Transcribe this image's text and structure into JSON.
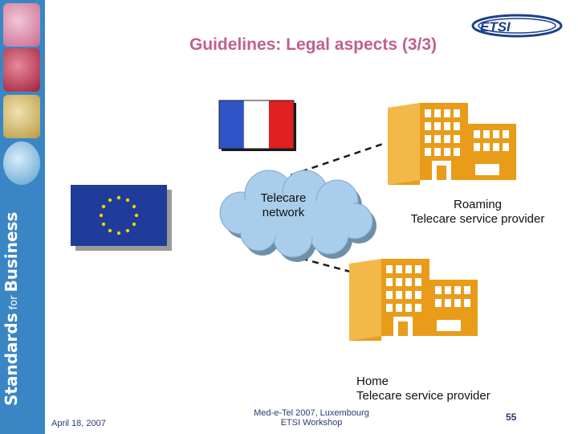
{
  "title": "Guidelines: Legal aspects (3/3)",
  "sidebar": {
    "text_main": "Standards",
    "text_small": "for",
    "text_end": "Business"
  },
  "logo": {
    "text": "ETSI"
  },
  "diagram": {
    "cloud_label_line1": "Telecare",
    "cloud_label_line2": "network",
    "roaming_line1": "Roaming",
    "roaming_line2": "Telecare service provider",
    "home_line1": "Home",
    "home_line2": "Telecare service provider"
  },
  "footer": {
    "date": "April 18, 2007",
    "event_line1": "Med-e-Tel 2007, Luxembourg",
    "event_line2": "ETSI Workshop",
    "page": "55"
  },
  "colors": {
    "sidebar": "#3a86c4",
    "title": "#c06090",
    "building": "#e89c1a",
    "eu_blue": "#1f3c9a",
    "cloud": "#a9cdea"
  }
}
